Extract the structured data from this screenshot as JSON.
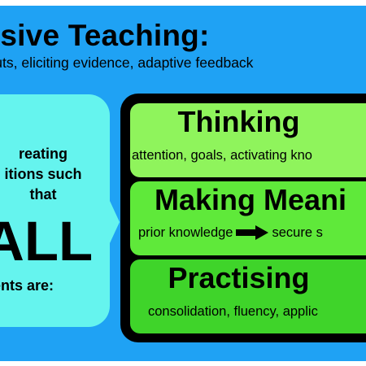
{
  "header": {
    "title": "ponsive Teaching:",
    "subtitle": "onal inputs, eliciting evidence, adaptive feedback"
  },
  "left_panel": {
    "line1": "reating",
    "line2": "itions such",
    "line3": "that",
    "emphasis": "ALL",
    "line4": "dents are:"
  },
  "bands": [
    {
      "title": "Thinking",
      "description": "attention, goals, activating kno"
    },
    {
      "title": "Making Meani",
      "from": "prior knowledge",
      "to": "secure s"
    },
    {
      "title": "Practising",
      "description": "consolidation, fluency, applic"
    }
  ],
  "colors": {
    "background": "#1fa2f4",
    "left_panel": "#65f4ee",
    "stack_border": "#000000",
    "band_thinking": "#8ff45c",
    "band_meaning": "#5fe93a",
    "band_practising": "#3fd42a"
  },
  "icons": {
    "band_arrow": "arrow-right-icon"
  }
}
